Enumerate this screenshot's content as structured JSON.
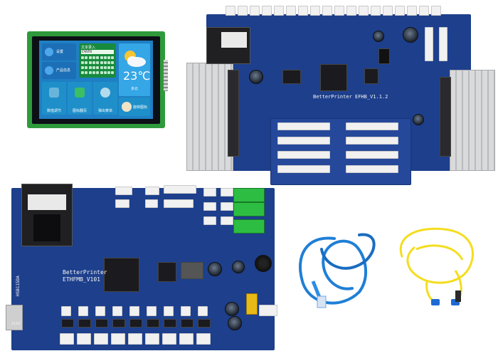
{
  "lcd": {
    "tiles": [
      {
        "label": "设置",
        "color": "#1c6fb6"
      },
      {
        "label": "产品信息",
        "color": "#1c6fb6"
      },
      {
        "label": "数值调节",
        "color": "#1f8fc9"
      },
      {
        "label": "图标翻页",
        "color": "#1f8fc9"
      },
      {
        "label": "弹出菜单",
        "color": "#1f8fc9"
      },
      {
        "label": "旋转图标",
        "color": "#1f8fc9"
      }
    ],
    "keyboard_title": "文本录入",
    "keyboard_input": "DWIN",
    "temperature": "23℃",
    "weather_label": "多云"
  },
  "top_board": {
    "silkscreen": "BetterPrinter EFHB_V1.1.2"
  },
  "bottom_board": {
    "silkscreen_brand": "BetterPrinter",
    "silkscreen_model": "ETHFMB_V101",
    "label_chip": "HSB115DA",
    "label_chip2": "2110"
  },
  "colors": {
    "pcb_blue": "#1d3f8c",
    "lcd_green": "#2f9a3b",
    "cable_blue": "#1f7fd6",
    "cable_yellow": "#f4dd1e"
  }
}
